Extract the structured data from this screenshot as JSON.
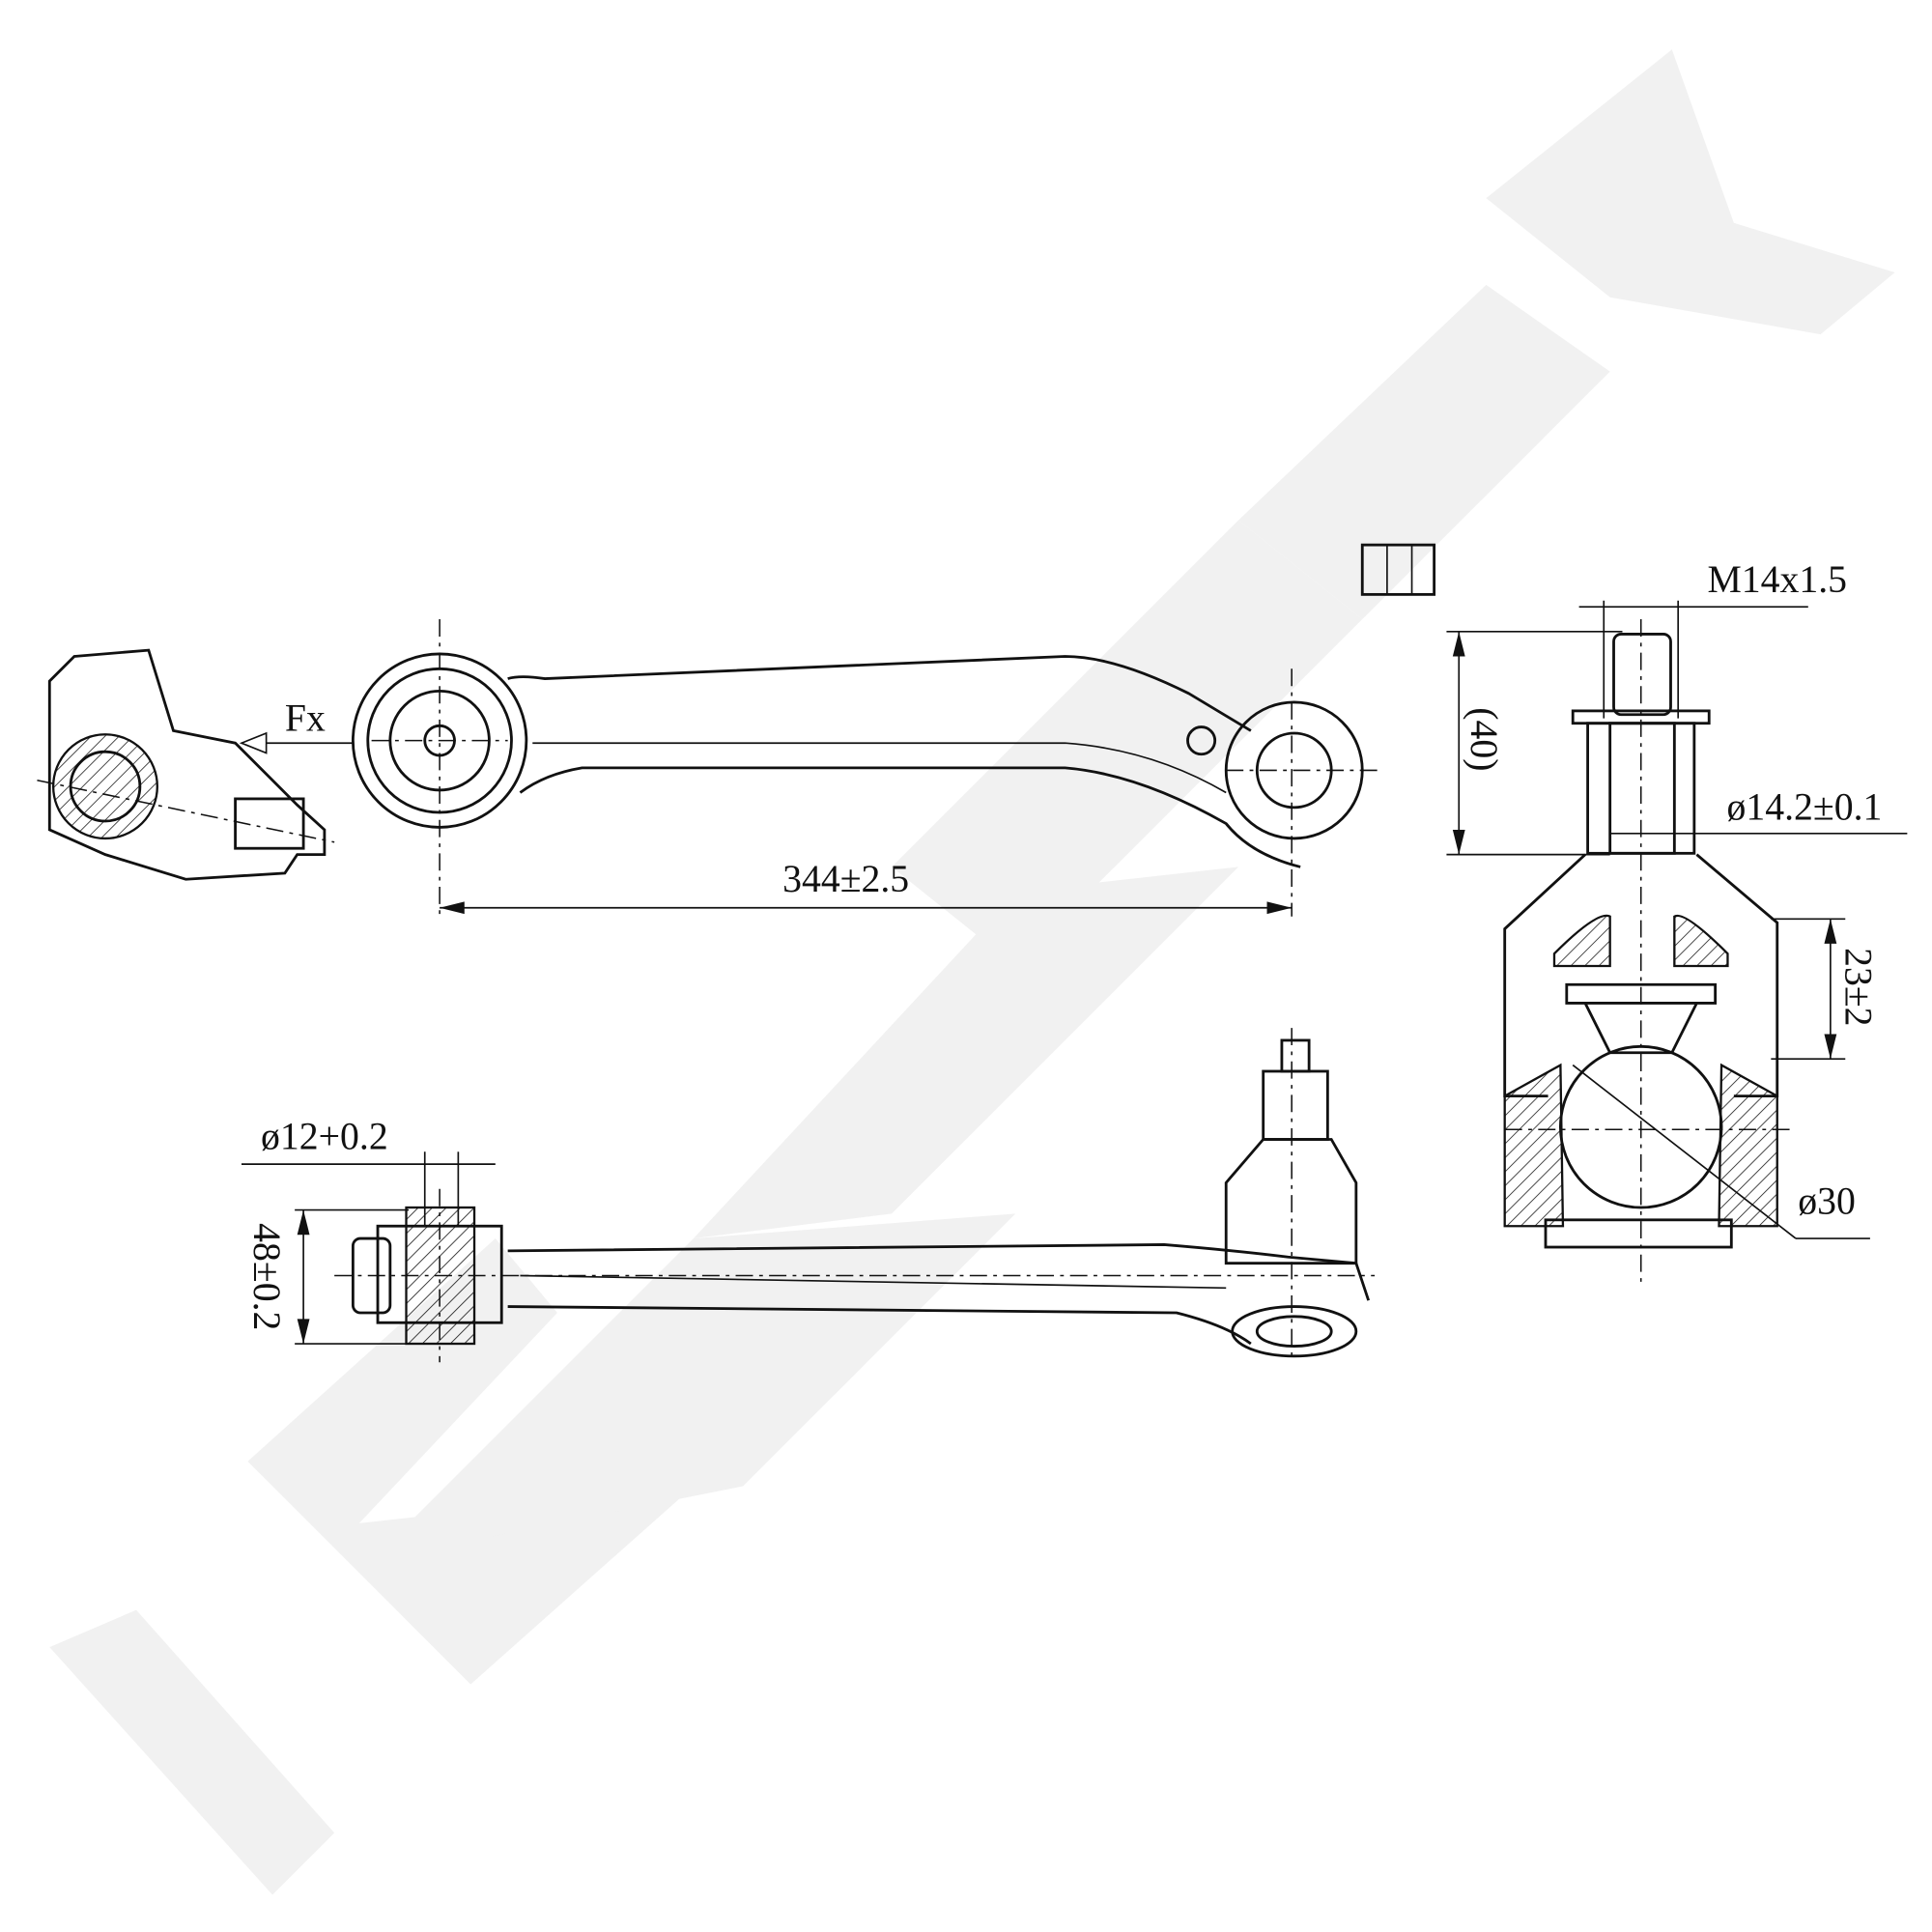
{
  "drawing": {
    "title": "Control arm technical drawing",
    "dimensions": {
      "force": "Fx",
      "length": "344±2.5",
      "thread": "M14x1.5",
      "stud_height": "(40)",
      "stud_diameter": "ø14.2±0.1",
      "travel": "23±2",
      "ball_diameter": "ø30",
      "bushing_bore": "ø12+0.2",
      "bushing_width": "48±0.2"
    }
  }
}
